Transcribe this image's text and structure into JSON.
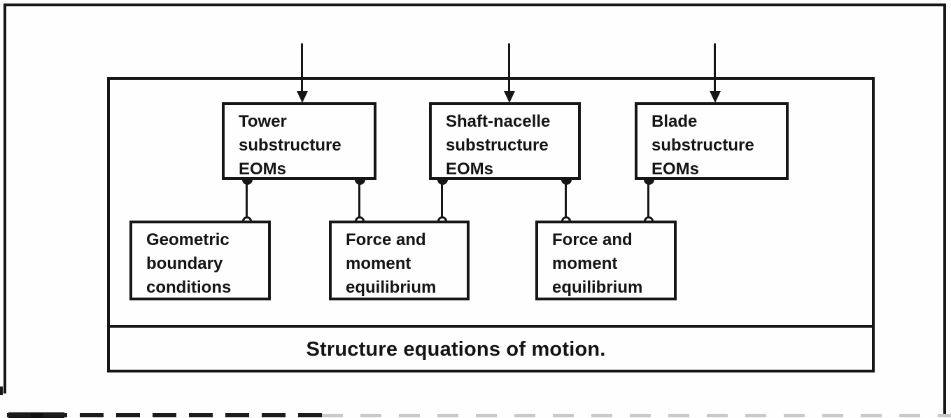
{
  "canvas": {
    "background_color": "#fefefe",
    "line_color": "#161616"
  },
  "icons": {
    "input_arrows": "arrow-down-icon"
  },
  "boxes": {
    "tower": {
      "lines": [
        "Tower",
        "substructure",
        "EOMs"
      ]
    },
    "shaft": {
      "lines": [
        "Shaft-nacelle",
        "substructure",
        "EOMs"
      ]
    },
    "blade": {
      "lines": [
        "Blade",
        "substructure",
        "EOMs"
      ]
    },
    "geometric": {
      "lines": [
        "Geometric",
        "boundary",
        "conditions"
      ]
    },
    "force1": {
      "lines": [
        "Force and",
        "moment",
        "equilibrium"
      ]
    },
    "force2": {
      "lines": [
        "Force and",
        "moment",
        "equilibrium"
      ]
    }
  },
  "caption": {
    "text": "Structure equations of motion."
  }
}
